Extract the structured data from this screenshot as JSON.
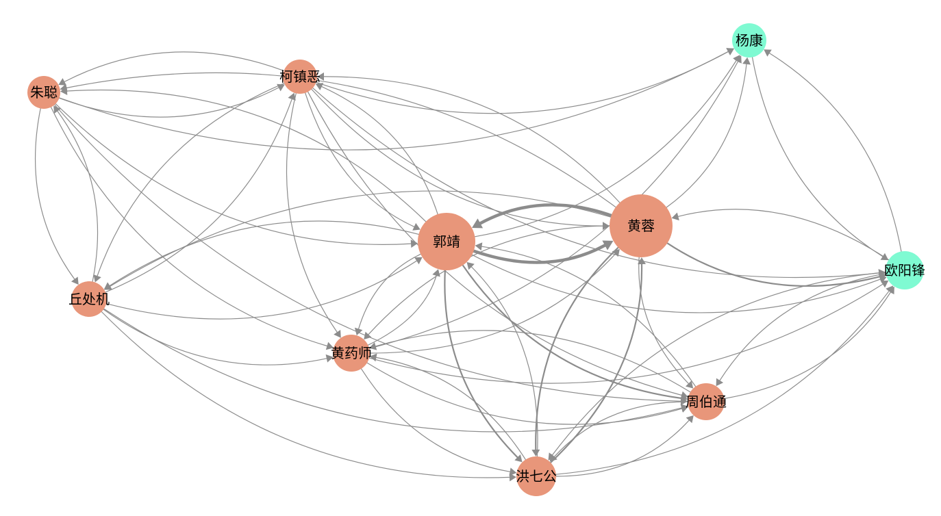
{
  "colors": {
    "main_character": "#e8967a",
    "other_character": "#7ffad2",
    "edge": "#8c8c8c"
  },
  "nodes": [
    {
      "id": "guojing",
      "name": "郭靖",
      "group": "main_character"
    },
    {
      "id": "huangrong",
      "name": "黄蓉",
      "group": "main_character"
    },
    {
      "id": "kezhene",
      "name": "柯镇恶",
      "group": "main_character"
    },
    {
      "id": "zhucong",
      "name": "朱聪",
      "group": "main_character"
    },
    {
      "id": "qiuchuji",
      "name": "丘处机",
      "group": "main_character"
    },
    {
      "id": "huangyaoshi",
      "name": "黄药师",
      "group": "main_character"
    },
    {
      "id": "zhoubotong",
      "name": "周伯通",
      "group": "main_character"
    },
    {
      "id": "hongqigong",
      "name": "洪七公",
      "group": "main_character"
    },
    {
      "id": "yangkang",
      "name": "杨康",
      "group": "other_character"
    },
    {
      "id": "ouyangfeng",
      "name": "欧阳锋",
      "group": "other_character"
    }
  ],
  "edges": [
    [
      "guojing",
      "huangrong",
      5
    ],
    [
      "huangrong",
      "guojing",
      5
    ],
    [
      "guojing",
      "kezhene",
      1
    ],
    [
      "kezhene",
      "guojing",
      1
    ],
    [
      "guojing",
      "zhucong",
      1
    ],
    [
      "zhucong",
      "guojing",
      1
    ],
    [
      "guojing",
      "qiuchuji",
      1
    ],
    [
      "qiuchuji",
      "guojing",
      1
    ],
    [
      "guojing",
      "huangyaoshi",
      1
    ],
    [
      "huangyaoshi",
      "guojing",
      1
    ],
    [
      "guojing",
      "zhoubotong",
      2
    ],
    [
      "zhoubotong",
      "guojing",
      1
    ],
    [
      "guojing",
      "hongqigong",
      2
    ],
    [
      "hongqigong",
      "guojing",
      1
    ],
    [
      "guojing",
      "yangkang",
      1
    ],
    [
      "guojing",
      "ouyangfeng",
      1
    ],
    [
      "huangrong",
      "kezhene",
      1
    ],
    [
      "kezhene",
      "huangrong",
      1
    ],
    [
      "huangrong",
      "zhucong",
      1
    ],
    [
      "huangrong",
      "qiuchuji",
      1
    ],
    [
      "huangrong",
      "huangyaoshi",
      1
    ],
    [
      "huangyaoshi",
      "huangrong",
      1
    ],
    [
      "huangrong",
      "zhoubotong",
      1
    ],
    [
      "huangrong",
      "hongqigong",
      2
    ],
    [
      "hongqigong",
      "huangrong",
      2
    ],
    [
      "huangrong",
      "yangkang",
      1
    ],
    [
      "huangrong",
      "ouyangfeng",
      2
    ],
    [
      "ouyangfeng",
      "huangrong",
      1
    ],
    [
      "kezhene",
      "zhucong",
      1
    ],
    [
      "zhucong",
      "kezhene",
      1
    ],
    [
      "kezhene",
      "qiuchuji",
      1
    ],
    [
      "qiuchuji",
      "kezhene",
      1
    ],
    [
      "kezhene",
      "huangyaoshi",
      1
    ],
    [
      "kezhene",
      "yangkang",
      1
    ],
    [
      "kezhene",
      "zhoubotong",
      1
    ],
    [
      "kezhene",
      "ouyangfeng",
      1
    ],
    [
      "zhucong",
      "qiuchuji",
      1
    ],
    [
      "qiuchuji",
      "zhucong",
      1
    ],
    [
      "zhucong",
      "huangyaoshi",
      1
    ],
    [
      "zhucong",
      "yangkang",
      1
    ],
    [
      "zhucong",
      "zhoubotong",
      1
    ],
    [
      "qiuchuji",
      "huangyaoshi",
      1
    ],
    [
      "qiuchuji",
      "hongqigong",
      1
    ],
    [
      "qiuchuji",
      "zhoubotong",
      1
    ],
    [
      "huangyaoshi",
      "zhoubotong",
      1
    ],
    [
      "zhoubotong",
      "huangyaoshi",
      1
    ],
    [
      "huangyaoshi",
      "hongqigong",
      1
    ],
    [
      "hongqigong",
      "huangyaoshi",
      1
    ],
    [
      "huangyaoshi",
      "ouyangfeng",
      1
    ],
    [
      "huangyaoshi",
      "yangkang",
      1
    ],
    [
      "zhoubotong",
      "hongqigong",
      1
    ],
    [
      "hongqigong",
      "zhoubotong",
      1
    ],
    [
      "zhoubotong",
      "ouyangfeng",
      1
    ],
    [
      "ouyangfeng",
      "zhoubotong",
      1
    ],
    [
      "hongqigong",
      "ouyangfeng",
      1
    ],
    [
      "ouyangfeng",
      "hongqigong",
      1
    ],
    [
      "yangkang",
      "ouyangfeng",
      1
    ],
    [
      "ouyangfeng",
      "yangkang",
      1
    ]
  ]
}
